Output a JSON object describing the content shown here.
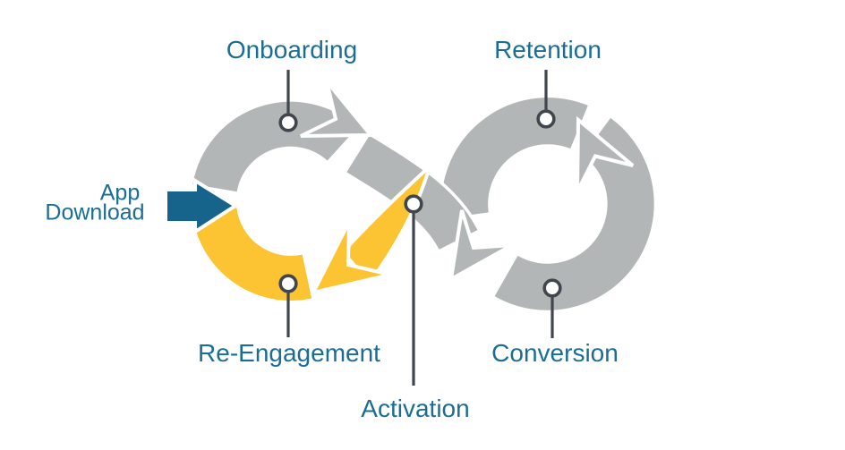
{
  "diagram": {
    "entry": {
      "line1": "App",
      "line2": "Download"
    },
    "stages": {
      "onboarding": "Onboarding",
      "retention": "Retention",
      "activation": "Activation",
      "reengagement": "Re-Engagement",
      "conversion": "Conversion"
    },
    "colors": {
      "loop_gray": "#b3b6b6",
      "highlight_yellow": "#fcc332",
      "entry_arrow_teal": "#16648c",
      "label_teal": "#1b6d96",
      "connector_dark": "#40464d",
      "background": "#ffffff"
    }
  }
}
